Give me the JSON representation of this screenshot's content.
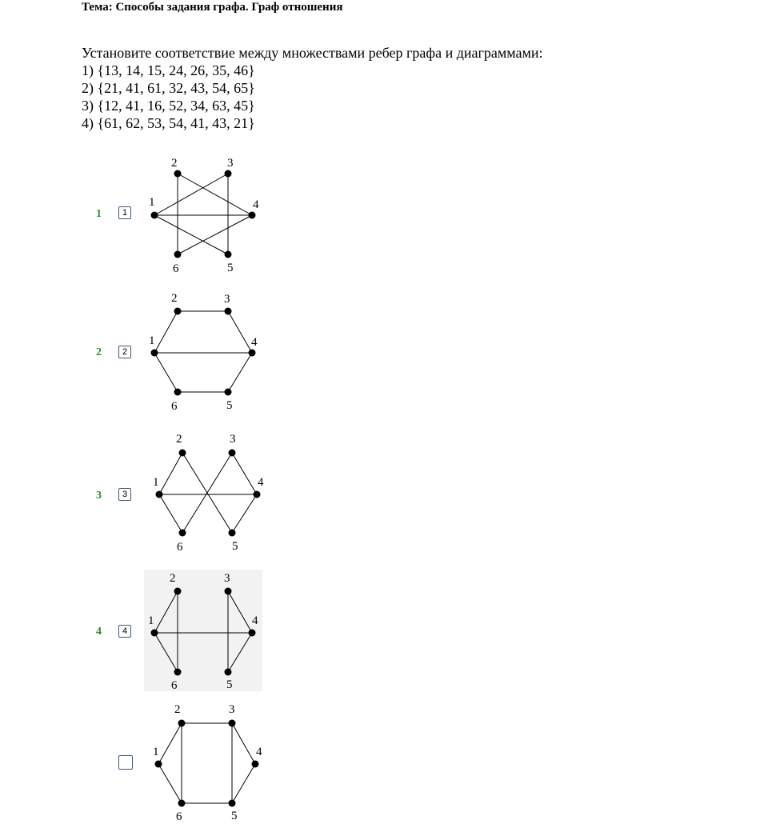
{
  "topic": "Тема: Способы задания графа. Граф отношения",
  "task": {
    "prompt": "Установите соответствие между множествами ребер графа и диаграммами:",
    "sets": [
      "1) {13, 14, 15, 24, 26, 35, 46}",
      "2) {21, 41, 61, 32, 43, 54, 65}",
      "3) {12, 41, 16, 52, 34, 63, 45}",
      "4) {61, 62, 53, 54, 41, 43, 21}"
    ]
  },
  "answers": [
    {
      "number": "1",
      "box_value": "1"
    },
    {
      "number": "2",
      "box_value": "2"
    },
    {
      "number": "3",
      "box_value": "3"
    },
    {
      "number": "4",
      "box_value": "4"
    },
    {
      "number": "",
      "box_value": ""
    }
  ],
  "graphs": [
    {
      "vertex_labels": [
        "1",
        "2",
        "3",
        "4",
        "5",
        "6"
      ],
      "edges": [
        "1-4",
        "1-3",
        "2-4",
        "2-6",
        "3-5",
        "1-5",
        "4-6"
      ]
    },
    {
      "vertex_labels": [
        "1",
        "2",
        "3",
        "4",
        "5",
        "6"
      ],
      "edges": [
        "1-2",
        "2-3",
        "3-4",
        "4-5",
        "5-6",
        "6-1",
        "1-4"
      ]
    },
    {
      "vertex_labels": [
        "1",
        "2",
        "3",
        "4",
        "5",
        "6"
      ],
      "edges": [
        "1-2",
        "1-4",
        "1-6",
        "2-5",
        "3-4",
        "3-6",
        "4-5"
      ]
    },
    {
      "vertex_labels": [
        "1",
        "2",
        "3",
        "4",
        "5",
        "6"
      ],
      "edges": [
        "1-2",
        "1-6",
        "1-4",
        "2-6",
        "3-4",
        "3-5",
        "4-5"
      ]
    },
    {
      "vertex_labels": [
        "1",
        "2",
        "3",
        "4",
        "5",
        "6"
      ],
      "edges": [
        "1-2",
        "2-3",
        "3-4",
        "4-5",
        "5-6",
        "6-1",
        "2-6",
        "3-5"
      ]
    }
  ]
}
